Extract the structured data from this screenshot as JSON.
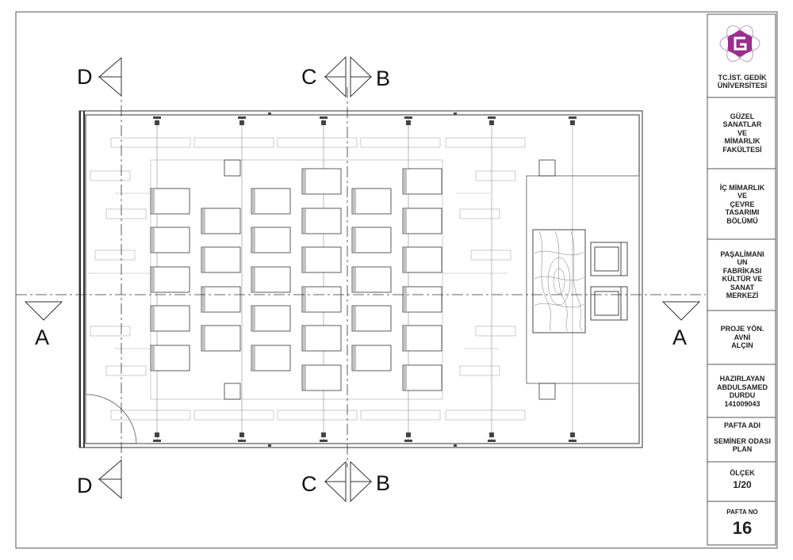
{
  "section_marks": {
    "a_left": "A",
    "a_right": "A",
    "b_top": "B",
    "b_bottom": "B",
    "c_top": "C",
    "c_bottom": "C",
    "d_top": "D",
    "d_bottom": "D"
  },
  "title_block": {
    "university": "TC.İST. GEDİK\nÜNİVERSİTESİ",
    "faculty": "GÜZEL\nSANATLAR\nVE\nMİMARLIK\nFAKÜLTESİ",
    "department": "İÇ MİMARLIK\nVE\nÇEVRE\nTASARIMI\nBÖLÜMÜ",
    "project": "PAŞALİMANI\nUN\nFABRİKASI\nKÜLTÜR VE\nSANAT\nMERKEZİ",
    "supervisor": "PROJE YÖN.\nAVNİ\nALÇIN",
    "prepared_by": "HAZIRLAYAN\nABDULSAMED\nDURDU\n141009043",
    "sheet_name_label": "PAFTA ADI",
    "sheet_name": "SEMİNER ODASI\nPLAN",
    "scale_label": "ÖLÇEK",
    "scale": "1/20",
    "sheet_no_label": "PAFTA NO",
    "sheet_no": "16"
  },
  "colors": {
    "logo": "#9b2d8f",
    "line": "#333333",
    "light_line": "#9a9a9a"
  }
}
